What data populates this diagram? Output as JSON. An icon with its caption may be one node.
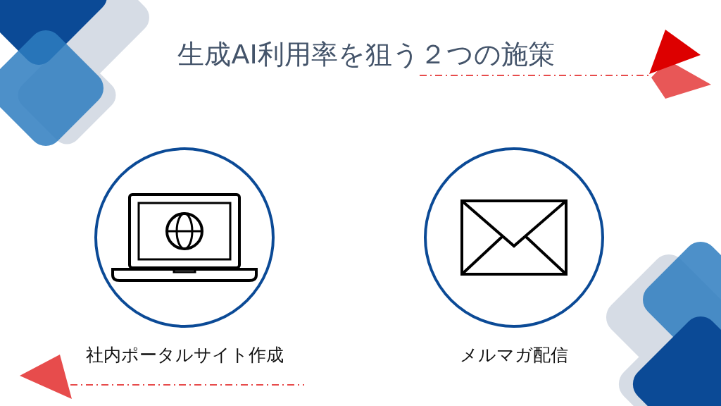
{
  "diagram": {
    "title": "生成AI利用率を狙う２つの施策",
    "nodes": [
      {
        "text": [
          "社内ポータルサイト作成"
        ]
      },
      {
        "text": [
          "メルマガ配信"
        ]
      }
    ]
  }
}
